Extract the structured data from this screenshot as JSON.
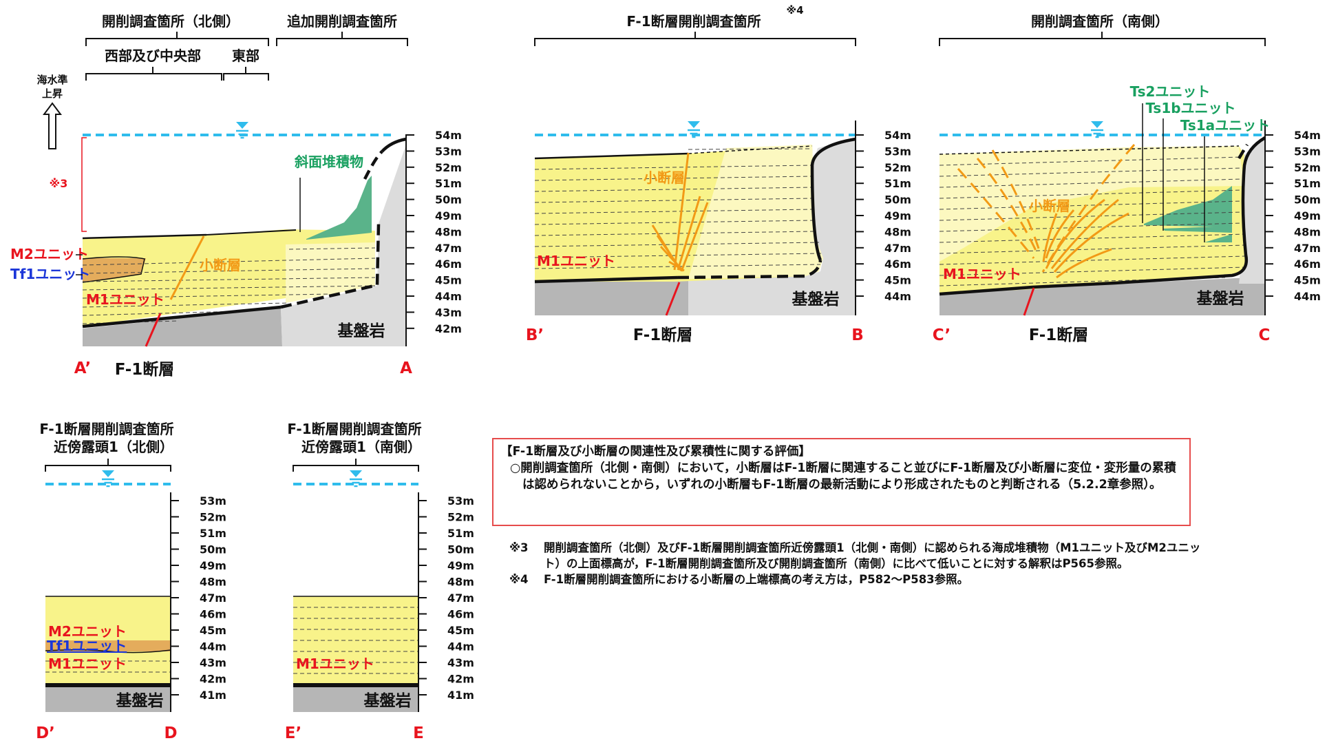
{
  "headers": {
    "north": "開削調査箇所（北側）",
    "additional": "追加開削調査箇所",
    "west_central": "西部及び中央部",
    "east": "東部",
    "f1_site": "F-1断層開削調査箇所",
    "note4_mark": "※4",
    "south": "開削調査箇所（南側）"
  },
  "sea_level": {
    "line1": "海水準",
    "line2": "上昇"
  },
  "note3_mark": "※3",
  "panel_a": {
    "slope": "斜面堆積物",
    "m2": "M2ユニット",
    "tf1": "Tf1ユニット",
    "m1": "M1ユニット",
    "minor_fault": "小断層",
    "bedrock": "基盤岩",
    "left_end": "A’",
    "right_end": "A",
    "fault": "F-1断層",
    "ticks": [
      "54m",
      "53m",
      "52m",
      "51m",
      "50m",
      "49m",
      "48m",
      "47m",
      "46m",
      "45m",
      "44m",
      "43m",
      "42m"
    ]
  },
  "panel_b": {
    "minor_fault": "小断層",
    "m1": "M1ユニット",
    "bedrock": "基盤岩",
    "left_end": "B’",
    "right_end": "B",
    "fault": "F-1断層",
    "ticks": [
      "54m",
      "53m",
      "52m",
      "51m",
      "50m",
      "49m",
      "48m",
      "47m",
      "46m",
      "45m",
      "44m"
    ]
  },
  "panel_c": {
    "ts2": "Ts2ユニット",
    "ts1b": "Ts1bユニット",
    "ts1a": "Ts1aユニット",
    "minor_fault": "小断層",
    "m1": "M1ユニット",
    "bedrock": "基盤岩",
    "left_end": "C’",
    "right_end": "C",
    "fault": "F-1断層",
    "ticks": [
      "54m",
      "53m",
      "52m",
      "51m",
      "50m",
      "49m",
      "48m",
      "47m",
      "46m",
      "45m",
      "44m"
    ]
  },
  "panel_d": {
    "title1": "F-1断層開削調査箇所",
    "title2": "近傍露頭1（北側）",
    "m2": "M2ユニット",
    "tf1": "Tf1ユニット",
    "m1": "M1ユニット",
    "bedrock": "基盤岩",
    "left_end": "D’",
    "right_end": "D",
    "ticks": [
      "53m",
      "52m",
      "51m",
      "50m",
      "49m",
      "48m",
      "47m",
      "46m",
      "45m",
      "44m",
      "43m",
      "42m",
      "41m"
    ]
  },
  "panel_e": {
    "title1": "F-1断層開削調査箇所",
    "title2": "近傍露頭1（南側）",
    "m1": "M1ユニット",
    "bedrock": "基盤岩",
    "left_end": "E’",
    "right_end": "E",
    "ticks": [
      "53m",
      "52m",
      "51m",
      "50m",
      "49m",
      "48m",
      "47m",
      "46m",
      "45m",
      "44m",
      "43m",
      "42m",
      "41m"
    ]
  },
  "evaluation": {
    "title": "【F-1断層及び小断層の関連性及び累積性に関する評価】",
    "body": "○開削調査箇所（北側・南側）において，小断層はF-1断層に関連すること並びにF-1断層及び小断層に変位・変形量の累積は認められないことから，いずれの小断層もF-1断層の最新活動により形成されたものと判断される（5.2.2章参照）。"
  },
  "notes": [
    {
      "mark": "※3",
      "text": "開削調査箇所（北側）及びF-1断層開削調査箇所近傍露頭1（北側・南側）に認められる海成堆積物（M1ユニット及びM2ユニット）の上面標高が，F-1断層開削調査箇所及び開削調査箇所（南側）に比べて低いことに対する解釈はP565参照。"
    },
    {
      "mark": "※4",
      "text": "F-1断層開削調査箇所における小断層の上端標高の考え方は，P582～P583参照。"
    }
  ],
  "colors": {
    "sand": "#f8f38a",
    "sand_light": "#fcf8c0",
    "rock": "#b6b6b6",
    "rock_light": "#dcdcdc",
    "water": "#2fbcec",
    "slope": "#5ab38a",
    "tf1": "#e4ac5c",
    "fault_red": "#e8141e",
    "minor_fault": "#f29a16",
    "box_border": "#e64b4b"
  },
  "icons": [
    "sea-level-up-arrow-icon",
    "water-level-icon"
  ]
}
